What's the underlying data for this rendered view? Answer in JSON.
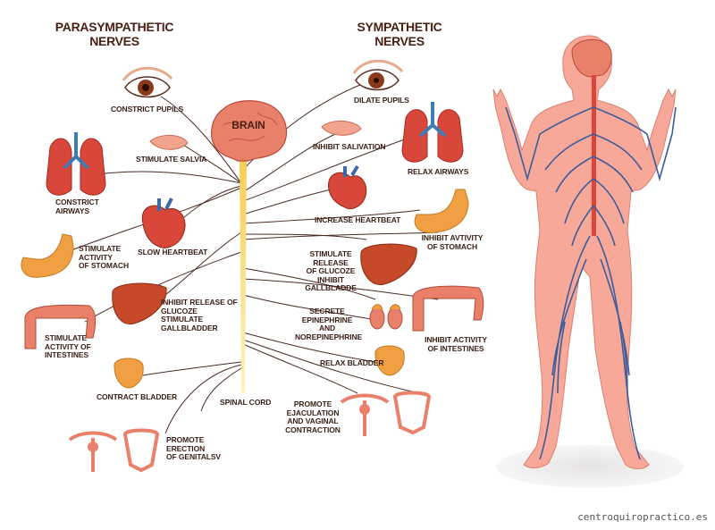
{
  "headers": {
    "parasympathetic": "PARASYMPATHETIC\nNERVES",
    "sympathetic": "SYMPATHETIC\nNERVES"
  },
  "brain_label": "BRAIN",
  "spinal_cord_label": "SPINAL CORD",
  "parasympathetic_labels": {
    "constrict_pupils": "CONSTRICT PUPILS",
    "stimulate_salvia": "STIMULATE SALVIA",
    "constrict_airways": "CONSTRICT\nAIRWAYS",
    "slow_heartbeat": "SLOW HEARTBEAT",
    "stimulate_stomach": "STIMULATE\nACTIVITY\nOF STOMACH",
    "inhibit_glucoze": "INHIBIT RELEASE OF\nGLUCOZE\nSTIMULATE\nGALLBLADDER",
    "stimulate_intestines": "STIMULATE\nACTIVITY OF\nINTESTINES",
    "contract_bladder": "CONTRACT BLADDER",
    "promote_erection": "PROMOTE\nERECTION\nOF GENITALSV"
  },
  "sympathetic_labels": {
    "dilate_pupils": "DILATE PUPILS",
    "inhibit_salivation": "INHIBIT SALIVATION",
    "relax_airways": "RELAX AIRWAYS",
    "increase_heartbeat": "INCREASE HEARTBEAT",
    "inhibit_stomach": "INHIBIT AVTIVITY\nOF STOMACH",
    "stimulate_glucoze": "STIMULATE RELEASE\nOF GLUCOZE\nINHIBIT\nGALLBLADDE",
    "secrete_epinephrine": "SECRETE\nEPINEPHRINE AND\nNOREPINEPHRINE",
    "inhibit_intestines": "INHIBIT ACTIVITY\nOF INTESTINES",
    "relax_bladder": "RELAX BLADDER",
    "promote_ejaculation": "PROMOTE\nEJACULATION\nAND VAGINAL\nCONTRACTION"
  },
  "watermark": "centroquiropractico.es",
  "colors": {
    "label_text": "#3a1e14",
    "nerve_line": "#4a2a22",
    "spinal_cord": "#f3d24a",
    "brain": "#e8806a",
    "organ_red": "#d9473a",
    "stomach": "#f0a042",
    "liver": "#c64a2a",
    "skin": "#f7a898",
    "vein": "#3d5c9a"
  }
}
